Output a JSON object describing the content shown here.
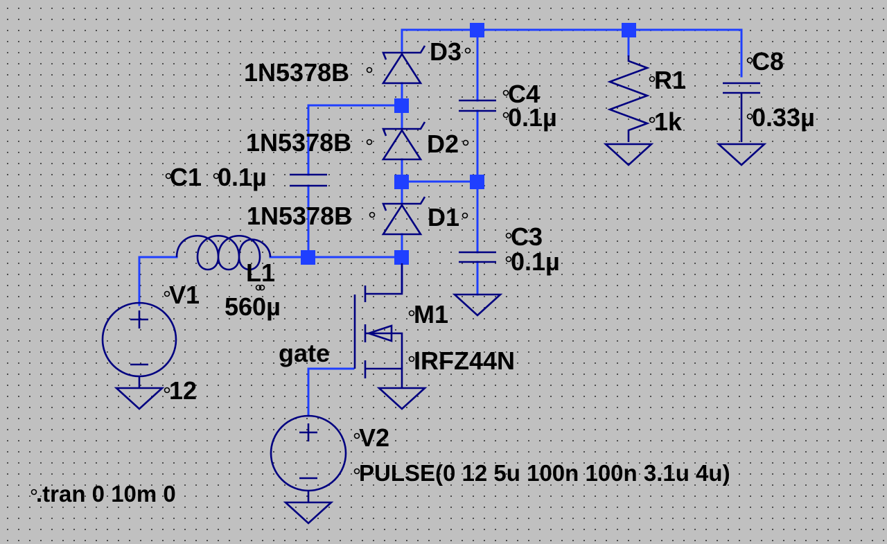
{
  "schematic": {
    "directive": ".tran 0 10m 0",
    "net_labels": {
      "gate": "gate"
    },
    "components": {
      "D3": {
        "name": "D3",
        "model": "1N5378B"
      },
      "D2": {
        "name": "D2",
        "model": "1N5378B"
      },
      "D1": {
        "name": "D1",
        "model": "1N5378B"
      },
      "C1": {
        "name": "C1",
        "value": "0.1µ"
      },
      "C3": {
        "name": "C3",
        "value": "0.1µ"
      },
      "C4": {
        "name": "C4",
        "value": "0.1µ"
      },
      "C8": {
        "name": "C8",
        "value": "0.33µ"
      },
      "R1": {
        "name": "R1",
        "value": "1k"
      },
      "L1": {
        "name": "L1",
        "value": "560µ"
      },
      "V1": {
        "name": "V1",
        "value": "12"
      },
      "V2": {
        "name": "V2",
        "value": "PULSE(0 12 5u 100n 100n 3.1u 4u)"
      },
      "M1": {
        "name": "M1",
        "model": "IRFZ44N"
      }
    },
    "colors": {
      "background": "#c0c0c0",
      "wire": "#1f3fff",
      "symbol": "#000080",
      "text": "#000000"
    }
  }
}
